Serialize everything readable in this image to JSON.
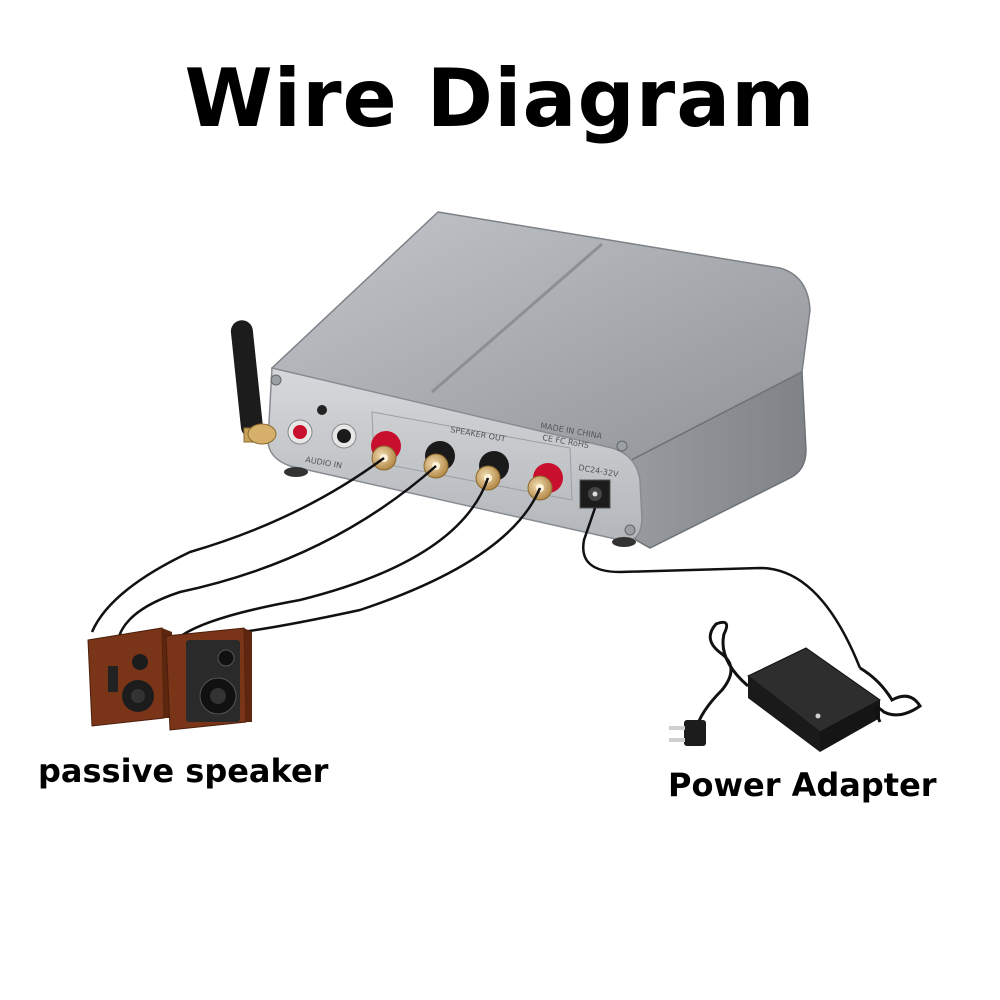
{
  "title": "Wire Diagram",
  "labels": {
    "passive_speaker": "passive speaker",
    "power_adapter": "Power Adapter"
  },
  "device_markings": {
    "speaker_out": "SPEAKER OUT",
    "made_in": "MADE IN CHINA",
    "certs": "CE FC RoHS",
    "dc_input": "DC24-32V",
    "audio_in": "AUDIO IN"
  },
  "colors": {
    "chassis": "#a9adb2",
    "terminal_red": "#c8102e",
    "terminal_black": "#1a1a1a",
    "speaker_wood": "#7a3518",
    "wire": "#111111"
  }
}
